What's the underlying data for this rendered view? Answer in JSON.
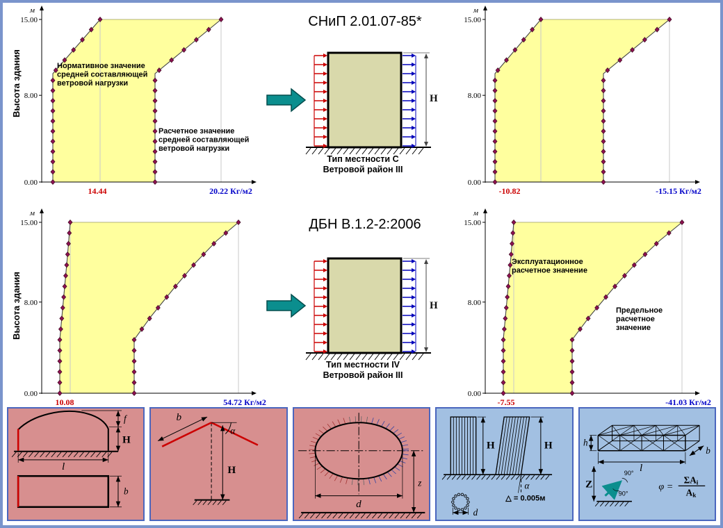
{
  "colors": {
    "frame_border": "#7a94cc",
    "panel_border": "#4a66be",
    "panel_rose": "#d78f8f",
    "panel_blue": "#a2c0e2",
    "area_fill": "#ffff9e",
    "marker": "#8c1150",
    "value_red": "#cc0000",
    "value_blue": "#0000c8",
    "arrow_teal": "#0b8e8e",
    "building_fill": "#d9d9ab",
    "pressure_red": "#cc0000",
    "suction_blue": "#0000bb"
  },
  "axis_label": "Высота здания",
  "charts": {
    "unit": "м",
    "ticks": [
      "15.00",
      "8.00",
      "0.00"
    ],
    "tl": {
      "red": "14.44",
      "blue": "20.22 Кг/м2",
      "ann1": [
        "Нормативное значение",
        "средней составляющей",
        "ветровой нагрузки"
      ],
      "ann2": [
        "Расчетное значение",
        "средней составляющей",
        "ветровой нагрузки"
      ]
    },
    "tr": {
      "red": "-10.82",
      "blue": "-15.15 Кг/м2"
    },
    "ml": {
      "red": "10.08",
      "blue": "54.72 Кг/м2"
    },
    "mr": {
      "red": "-7.55",
      "blue": "-41.03 Кг/м2",
      "ann1": [
        "Эксплуатационное",
        "расчетное значение"
      ],
      "ann2": [
        "Предельное",
        "расчетное",
        "значение"
      ]
    }
  },
  "center": {
    "snip": {
      "title": "СНиП 2.01.07-85*",
      "h": "Н",
      "caption": [
        "Тип местности С",
        "Ветровой район III"
      ]
    },
    "dbn": {
      "title": "ДБН В.1.2-2:2006",
      "h": "Н",
      "caption": [
        "Тип местности IV",
        "Ветровой район III"
      ]
    }
  },
  "panels": {
    "p1": {
      "f": "f",
      "H": "H",
      "l": "l",
      "b": "b"
    },
    "p2": {
      "b": "b",
      "alpha": "α",
      "H": "H"
    },
    "p3": {
      "z": "z",
      "d": "d"
    },
    "p4": {
      "H1": "H",
      "H2": "H",
      "alpha": "α",
      "delta": "△ = 0.005м",
      "d": "d"
    },
    "p5": {
      "h": "h",
      "b": "b",
      "l": "l",
      "Z": "Z",
      "deg1": "90°",
      "deg2": "90°",
      "phi": "φ =",
      "num_main": "ΣA",
      "num_sub": "i",
      "den_main": "A",
      "den_sub": "k"
    }
  },
  "chart_data": [
    {
      "type": "area",
      "code": "СНиП 2.01.07-85*",
      "terrain": "Тип местности С, Ветровой район III",
      "ylabel": "Высота здания",
      "y_unit": "м",
      "x_unit": "Кг/м2",
      "ylim": [
        0,
        15
      ],
      "y_ticks": [
        0,
        8,
        15
      ],
      "series": [
        {
          "name": "Нормативное значение средней составляющей ветровой нагрузки",
          "value_at_base": 14.44
        },
        {
          "name": "Расчетное значение средней составляющей ветровой нагрузки",
          "value_at_base": 20.22
        }
      ]
    },
    {
      "type": "area",
      "code": "СНиП 2.01.07-85*",
      "terrain": "Тип местности С, Ветровой район III",
      "y_unit": "м",
      "x_unit": "Кг/м2",
      "ylim": [
        0,
        15
      ],
      "y_ticks": [
        0,
        8,
        15
      ],
      "series": [
        {
          "name": "Нормативное значение средней составляющей ветровой нагрузки",
          "value_at_base": -10.82
        },
        {
          "name": "Расчетное значение средней составляющей ветровой нагрузки",
          "value_at_base": -15.15
        }
      ]
    },
    {
      "type": "area",
      "code": "ДБН В.1.2-2:2006",
      "terrain": "Тип местности IV, Ветровой район III",
      "ylabel": "Высота здания",
      "y_unit": "м",
      "x_unit": "Кг/м2",
      "ylim": [
        0,
        15
      ],
      "y_ticks": [
        0,
        8,
        15
      ],
      "series": [
        {
          "name": "Эксплуатационное расчетное значение",
          "value_at_base": 10.08
        },
        {
          "name": "Предельное расчетное значение",
          "value_at_base": 54.72
        }
      ]
    },
    {
      "type": "area",
      "code": "ДБН В.1.2-2:2006",
      "terrain": "Тип местности IV, Ветровой район III",
      "y_unit": "м",
      "x_unit": "Кг/м2",
      "ylim": [
        0,
        15
      ],
      "y_ticks": [
        0,
        8,
        15
      ],
      "series": [
        {
          "name": "Эксплуатационное расчетное значение",
          "value_at_base": -7.55
        },
        {
          "name": "Предельное расчетное значение",
          "value_at_base": -41.03
        }
      ]
    }
  ]
}
